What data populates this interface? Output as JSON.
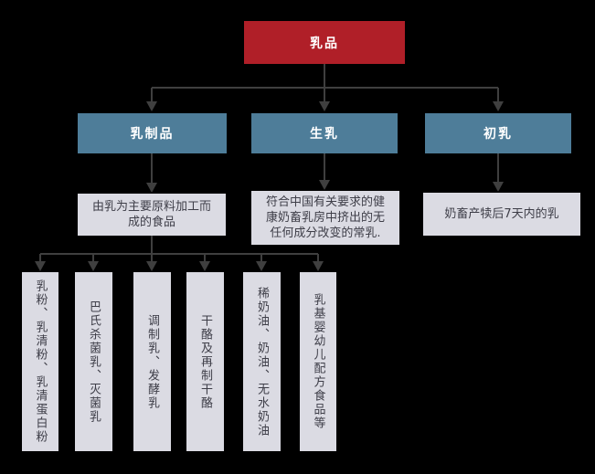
{
  "diagram": {
    "root": {
      "label": "乳品"
    },
    "branches": [
      {
        "label": "乳制品",
        "description": "由乳为主要原料加工而成的食品"
      },
      {
        "label": "生乳",
        "description": "符合中国有关要求的健康奶畜乳房中挤出的无任何成分改变的常乳."
      },
      {
        "label": "初乳",
        "description": "奶畜产犊后7天内的乳"
      }
    ],
    "dairy_product_types": [
      {
        "label": "乳粉、乳清粉、乳清蛋白粉"
      },
      {
        "label": "巴氏杀菌乳、灭菌乳"
      },
      {
        "label": "调制乳、发酵乳"
      },
      {
        "label": "干酪及再制干酪"
      },
      {
        "label": "稀奶油、奶油、无水奶油"
      },
      {
        "label": "乳基婴幼儿配方食品等"
      }
    ],
    "colors": {
      "root_bg": "#b01f28",
      "branch_bg": "#4e7d99",
      "detail_bg": "#dbdbe3",
      "connector": "#3f3f3f",
      "text_on_dark": "#ffffff",
      "text_on_light": "#3e3e48",
      "background": "#000000"
    }
  }
}
